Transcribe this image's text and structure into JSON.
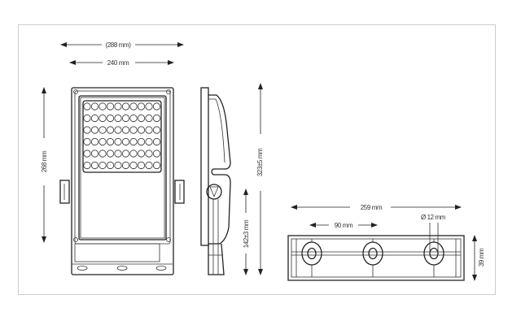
{
  "drawing": {
    "front_view": {
      "overall_width": "(288 mm)",
      "body_width": "240 mm",
      "body_height": "268 mm",
      "led_rows": 6,
      "led_cols": 10
    },
    "side_view": {
      "overall_height": "323±5 mm",
      "pivot_height": "142±3 mm"
    },
    "bracket_view": {
      "length": "259 mm",
      "hole_spacing": "90 mm",
      "hole_diameter": "Ø 12 mm",
      "height": "39 mm"
    },
    "colors": {
      "line": "#222222",
      "frame": "#cccccc"
    }
  }
}
